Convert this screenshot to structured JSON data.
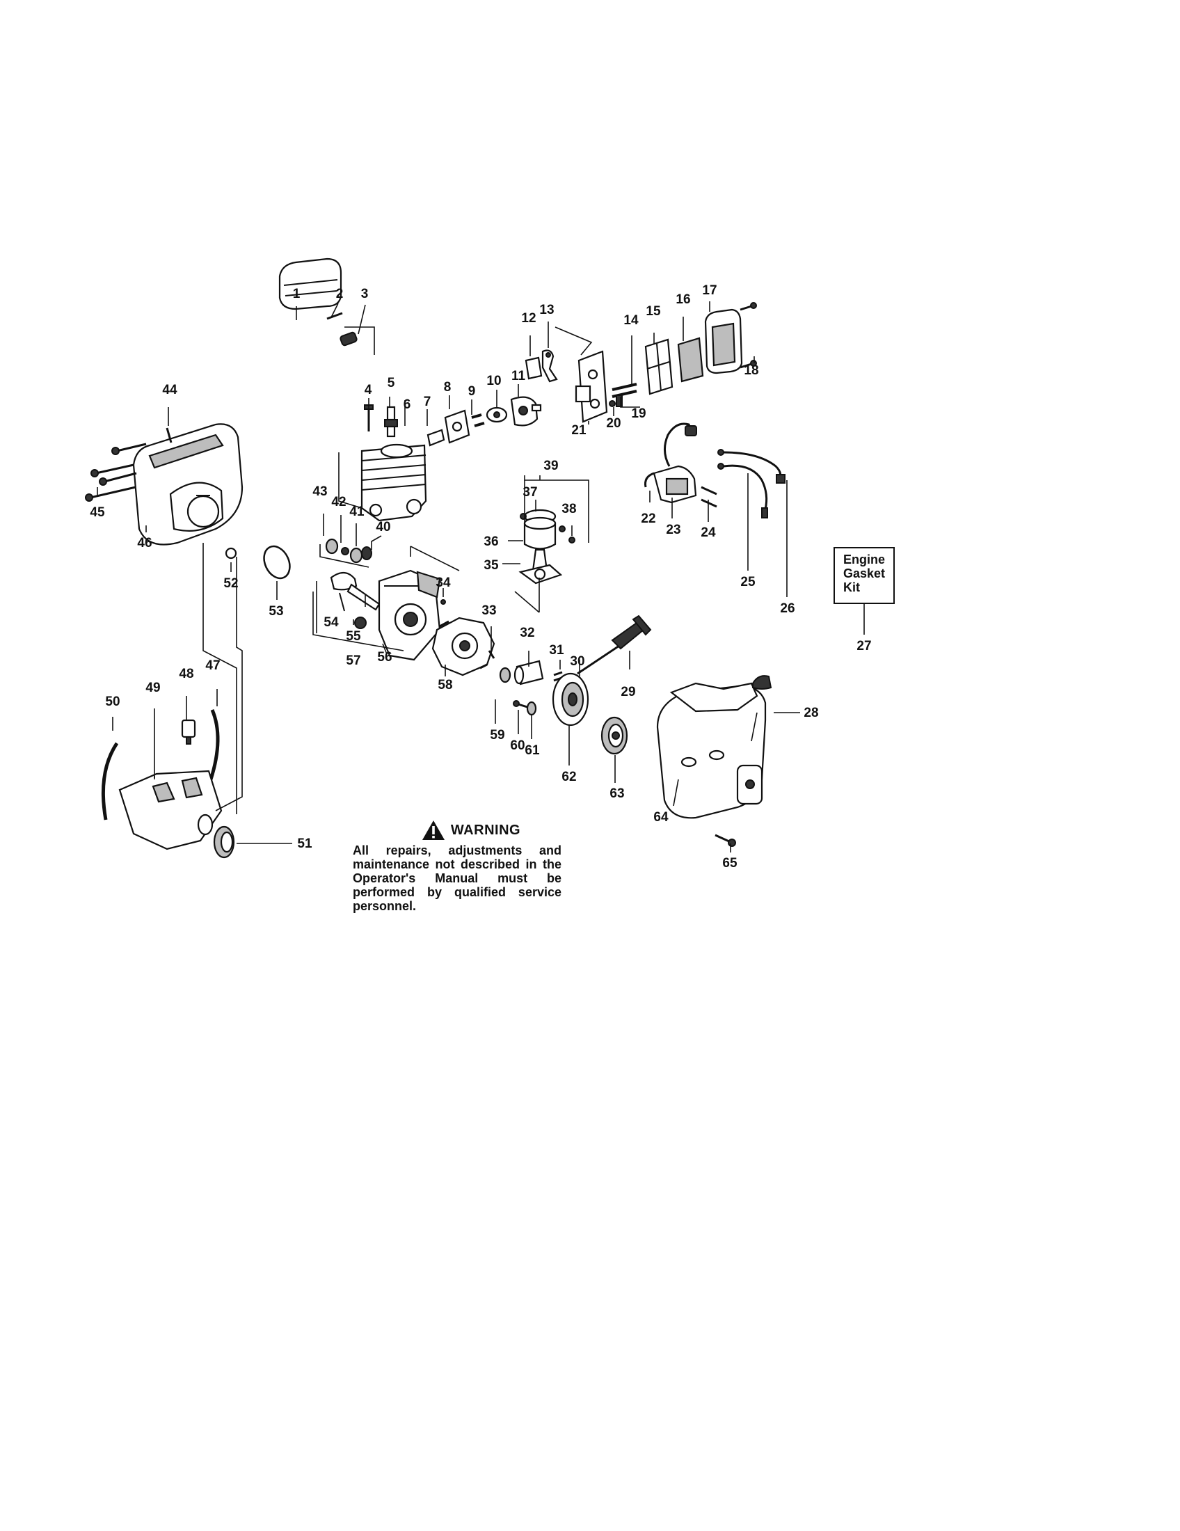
{
  "parts": [
    "1",
    "2",
    "3",
    "4",
    "5",
    "6",
    "7",
    "8",
    "9",
    "10",
    "11",
    "12",
    "13",
    "14",
    "15",
    "16",
    "17",
    "18",
    "19",
    "20",
    "21",
    "22",
    "23",
    "24",
    "25",
    "26",
    "27",
    "28",
    "29",
    "30",
    "31",
    "32",
    "33",
    "34",
    "35",
    "36",
    "37",
    "38",
    "39",
    "40",
    "41",
    "42",
    "43",
    "44",
    "45",
    "46",
    "47",
    "48",
    "49",
    "50",
    "51",
    "52",
    "53",
    "54",
    "55",
    "56",
    "57",
    "58",
    "59",
    "60",
    "61",
    "62",
    "63",
    "64",
    "65"
  ],
  "kit": {
    "line1": "Engine",
    "line2": "Gasket",
    "line3": "Kit"
  },
  "warning": {
    "title": "WARNING",
    "icon": "warning-triangle-icon",
    "text": "All repairs, adjustments and maintenance not described in the Operator's Manual must be performed by qualified service personnel."
  }
}
